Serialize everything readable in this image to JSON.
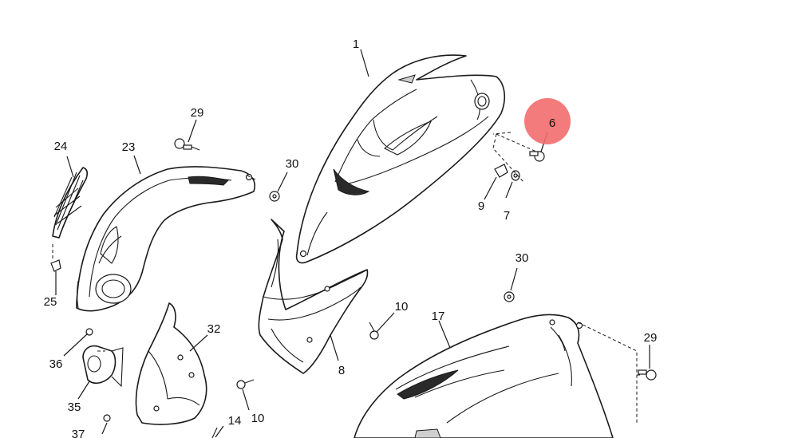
{
  "diagram": {
    "callouts": {
      "c1": "1",
      "c6": "6",
      "c7": "7",
      "c8": "8",
      "c9": "9",
      "c10a": "10",
      "c10b": "10",
      "c14": "14",
      "c17": "17",
      "c23": "23",
      "c24": "24",
      "c25": "25",
      "c29a": "29",
      "c29b": "29",
      "c30a": "30",
      "c30b": "30",
      "c32": "32",
      "c35": "35",
      "c36": "36",
      "c37": "37"
    },
    "highlight_color": "#f26d6d"
  }
}
